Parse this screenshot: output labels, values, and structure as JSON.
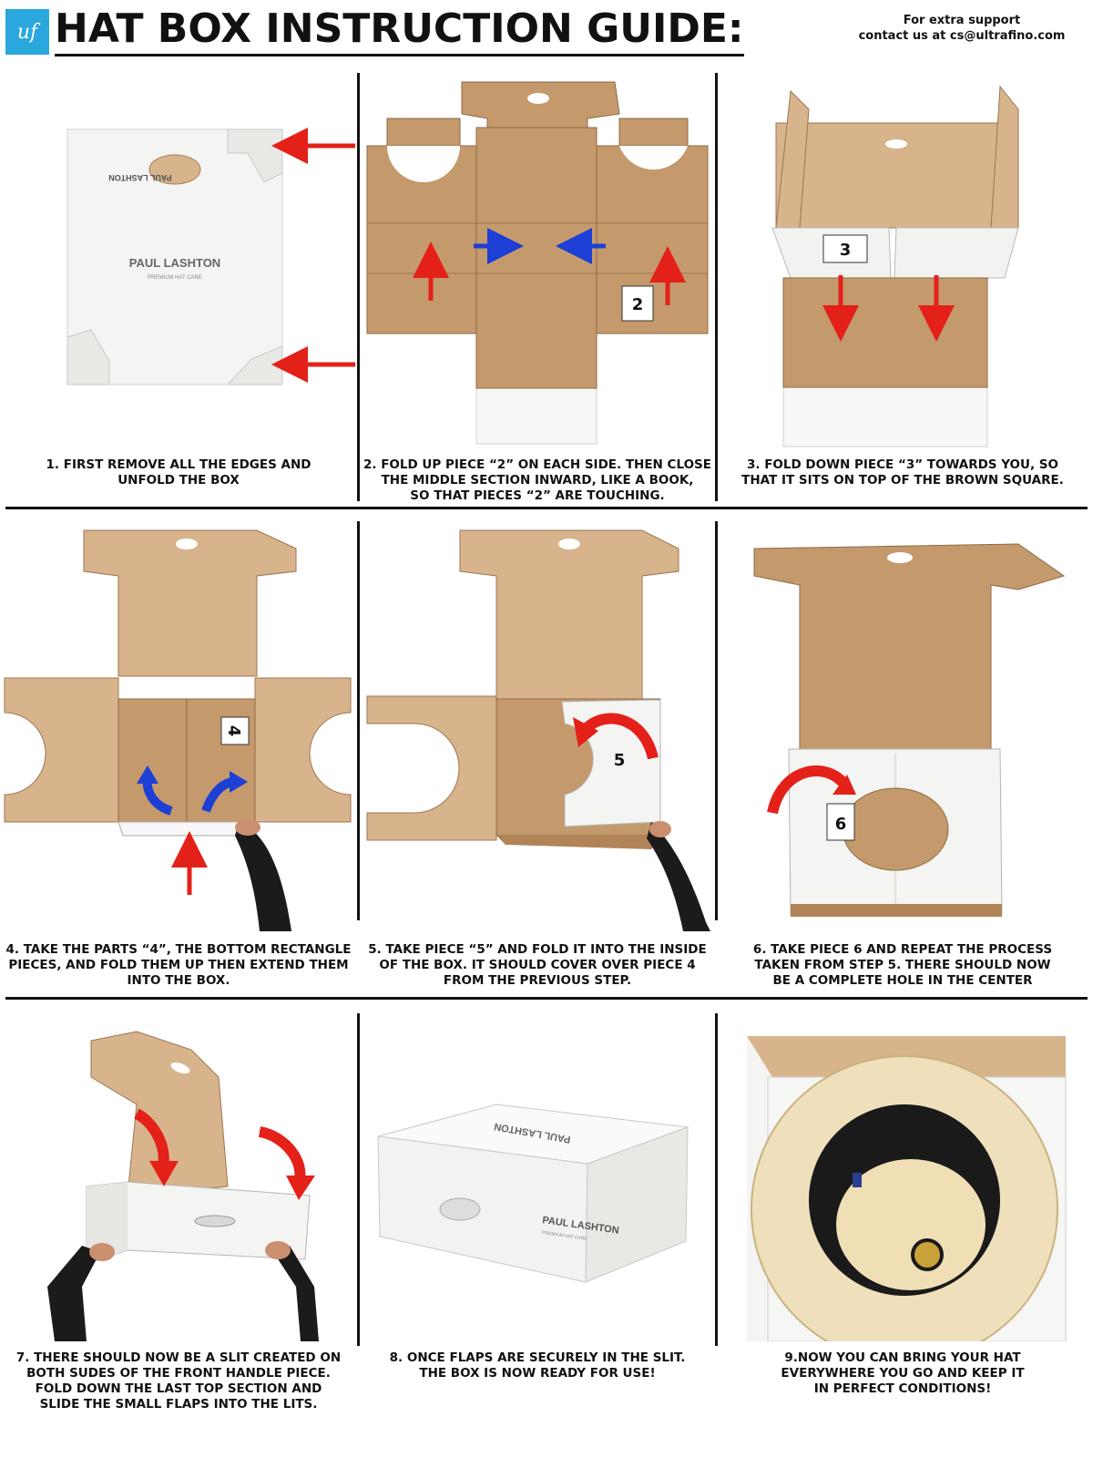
{
  "header": {
    "logo_text": "uf",
    "title": "HAT BOX INSTRUCTION GUIDE:",
    "support_line1": "For extra support",
    "support_line2": "contact us at cs@ultrafino.com"
  },
  "colors": {
    "cardboard": "#c49a6c",
    "cardboard_light": "#d8b48c",
    "white_board": "#f4f4f2",
    "arrow_red": "#e32119",
    "arrow_blue": "#1d3fd6",
    "rule": "#111111",
    "logo_blue": "#2aa7dc"
  },
  "box_print": {
    "brand": "PAUL LASHTON",
    "sub": "PREMIUM HAT CARE"
  },
  "steps": [
    {
      "caption_lines": [
        "1. FIRST REMOVE ALL THE EDGES AND",
        "UNFOLD THE BOX"
      ]
    },
    {
      "caption_lines": [
        "2. FOLD UP PIECE “2” ON EACH SIDE. THEN CLOSE",
        "THE MIDDLE SECTION INWARD, LIKE A BOOK,",
        "SO THAT PIECES “2” ARE TOUCHING."
      ],
      "label": "2"
    },
    {
      "caption_lines": [
        "3. FOLD DOWN PIECE “3” TOWARDS YOU, SO",
        "THAT IT SITS ON TOP OF THE BROWN SQUARE."
      ],
      "label": "3"
    },
    {
      "caption_lines": [
        "4. TAKE THE PARTS “4”, THE BOTTOM RECTANGLE",
        "PIECES, AND FOLD THEM UP THEN EXTEND THEM",
        "INTO THE BOX."
      ],
      "label": "4"
    },
    {
      "caption_lines": [
        "5. TAKE PIECE “5” AND FOLD IT INTO THE INSIDE",
        "OF THE BOX. IT SHOULD COVER OVER PIECE 4",
        "FROM THE PREVIOUS STEP."
      ],
      "label": "5"
    },
    {
      "caption_lines": [
        "6. TAKE PIECE 6 AND REPEAT THE PROCESS",
        "TAKEN FROM STEP 5. THERE SHOULD NOW",
        "BE A COMPLETE HOLE IN THE CENTER"
      ],
      "label": "6"
    },
    {
      "caption_lines": [
        "7. THERE SHOULD NOW BE A SLIT CREATED ON",
        "BOTH SUDES OF THE FRONT HANDLE PIECE.",
        "FOLD DOWN THE LAST TOP SECTION AND",
        "SLIDE THE SMALL FLAPS INTO THE LITS."
      ]
    },
    {
      "caption_lines": [
        "8. ONCE FLAPS ARE SECURELY IN THE SLIT.",
        "THE BOX IS NOW READY FOR USE!"
      ]
    },
    {
      "caption_lines": [
        "9.NOW YOU CAN BRING YOUR HAT",
        "EVERYWHERE YOU GO AND KEEP IT",
        "IN PERFECT CONDITIONS!"
      ]
    }
  ]
}
